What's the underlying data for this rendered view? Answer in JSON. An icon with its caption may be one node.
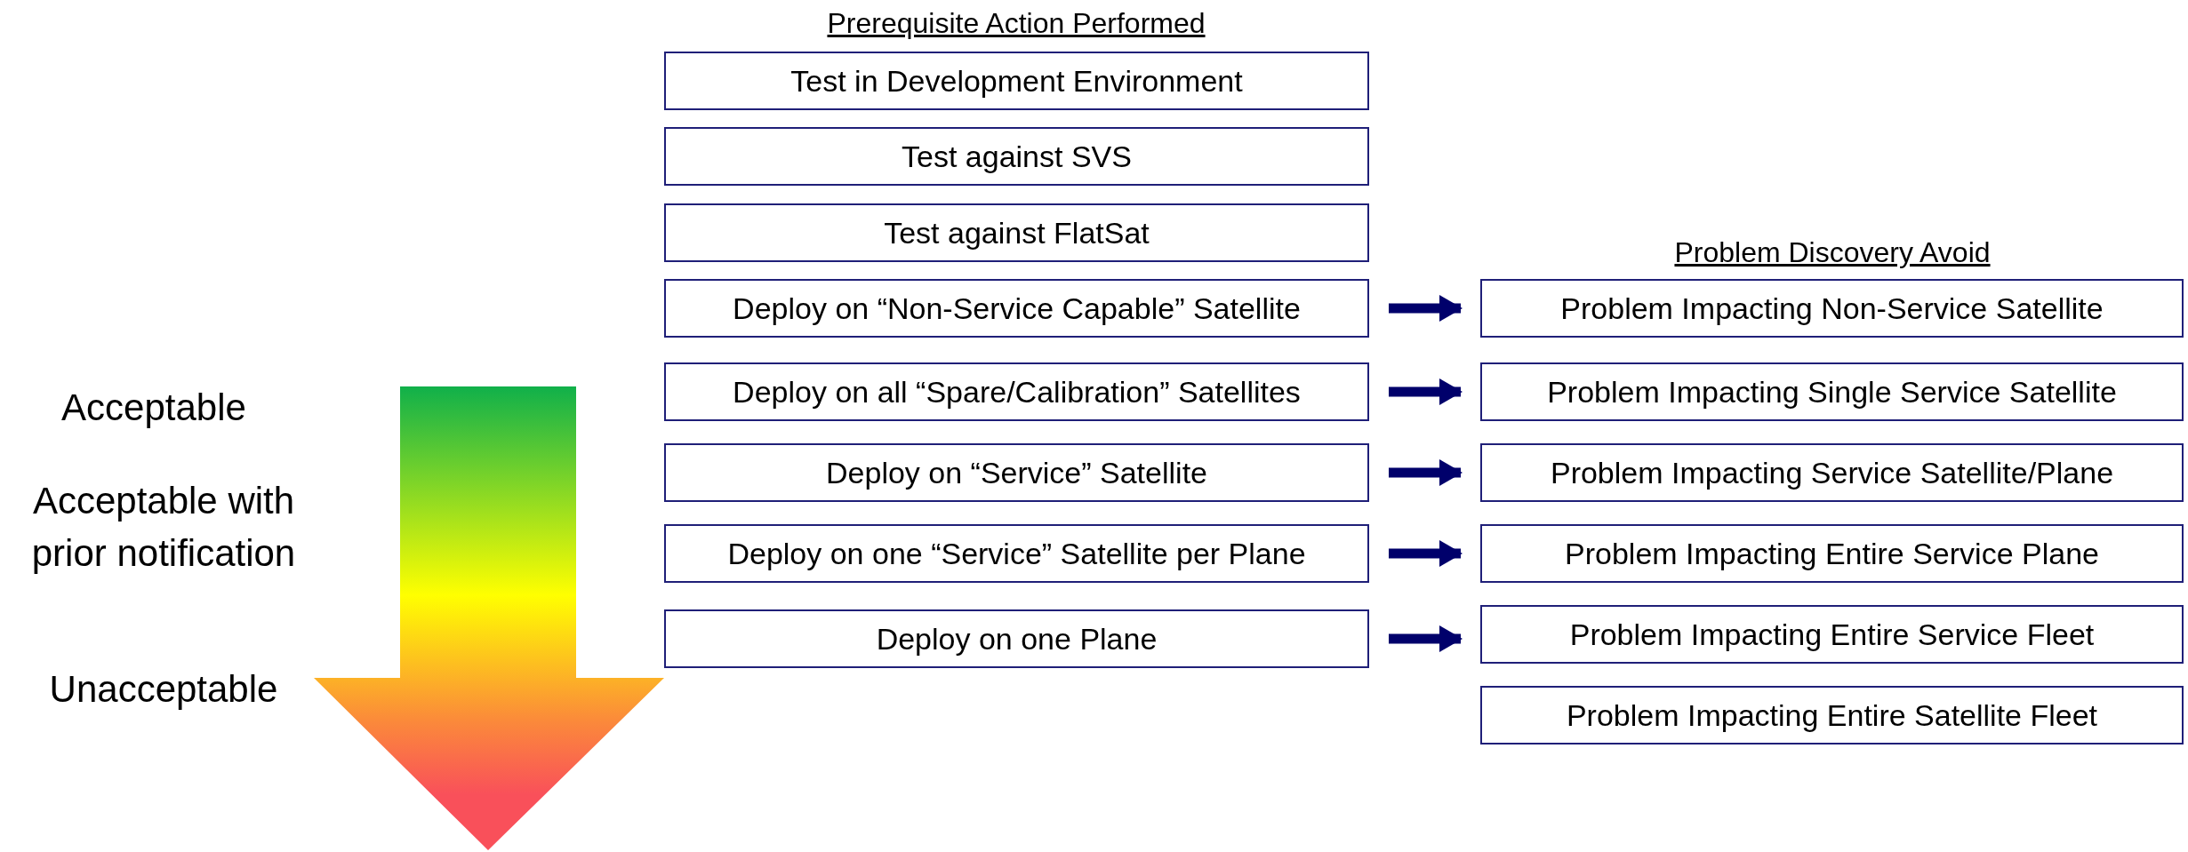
{
  "diagram": {
    "nodes": [
      {
        "text": [
          "Test in Development Environment"
        ]
      },
      {
        "text": [
          "Test against SVS"
        ]
      },
      {
        "text": [
          "Test against FlatSat"
        ]
      },
      {
        "text": [
          "Deploy on “Non-Service Capable” Satellite"
        ]
      },
      {
        "text": [
          "Deploy on all “Spare/Calibration” Satellites"
        ]
      },
      {
        "text": [
          "Deploy on “Service” Satellite"
        ]
      },
      {
        "text": [
          "Deploy on one “Service” Satellite per Plane"
        ]
      },
      {
        "text": [
          "Deploy on one Plane"
        ]
      },
      {
        "text": [
          "Problem Impacting Non-Service Satellite"
        ]
      },
      {
        "text": [
          "Problem Impacting Single Service Satellite"
        ]
      },
      {
        "text": [
          "Problem Impacting Service Satellite/Plane"
        ]
      },
      {
        "text": [
          "Problem Impacting Entire Service Plane"
        ]
      },
      {
        "text": [
          "Problem Impacting Entire Service Fleet"
        ]
      },
      {
        "text": [
          "Problem Impacting Entire Satellite Fleet"
        ]
      }
    ],
    "edges": [
      {
        "from": 3,
        "to": 8,
        "arrow": "to"
      },
      {
        "from": 4,
        "to": 9,
        "arrow": "to"
      },
      {
        "from": 5,
        "to": 10,
        "arrow": "to"
      },
      {
        "from": 6,
        "to": 11,
        "arrow": "to"
      },
      {
        "from": 7,
        "to": 12,
        "arrow": "to"
      }
    ],
    "labels": [
      "Prerequisite Action Performed",
      "Problem Discovery Avoid",
      "Acceptable",
      "Acceptable with prior notification",
      "Unacceptable"
    ]
  }
}
